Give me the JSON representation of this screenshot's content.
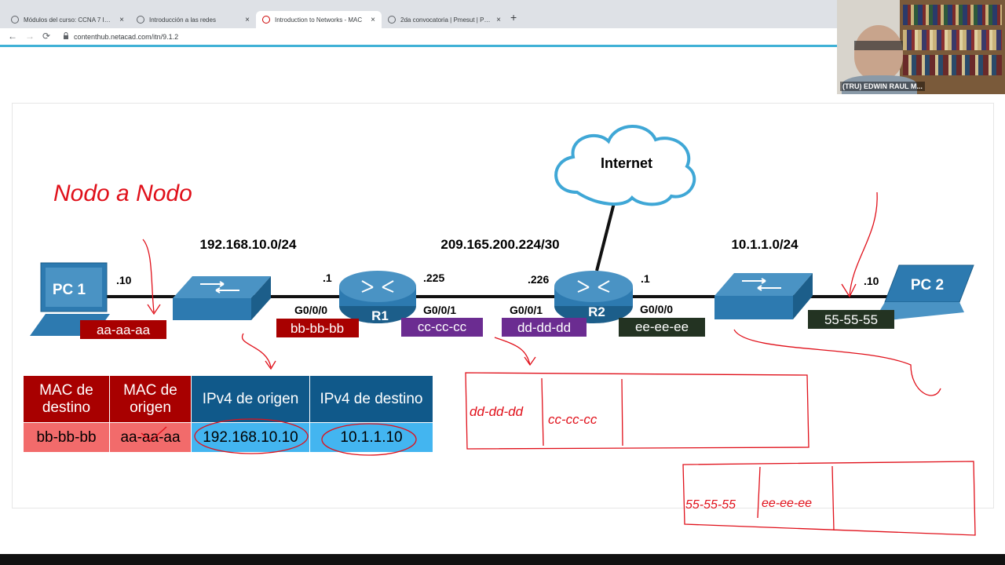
{
  "browser": {
    "tabs": [
      {
        "label": "Módulos del curso: CCNA 7 INTR",
        "active": false
      },
      {
        "label": "Introducción a las redes",
        "active": false
      },
      {
        "label": "Introduction to Networks - MAC",
        "active": true
      },
      {
        "label": "2da convocatoria | Pmesut | Perú",
        "active": false
      }
    ],
    "close_glyph": "×",
    "new_tab_glyph": "+",
    "url": "contenthub.netacad.com/itn/9.1.2",
    "back_glyph": "←",
    "forward_glyph": "→",
    "reload_glyph": "⟳"
  },
  "webcam": {
    "name": "(TRU) EDWIN RAUL M..."
  },
  "diagram": {
    "cloud_label": "Internet",
    "pc1": {
      "label": "PC 1",
      "ip": ".10",
      "mac": "aa-aa-aa"
    },
    "pc2": {
      "label": "PC 2",
      "ip": ".10",
      "mac": "55-55-55"
    },
    "r1": {
      "label": "R1",
      "left_ip": ".1",
      "left_if": "G0/0/0",
      "left_mac": "bb-bb-bb",
      "right_ip": ".225",
      "right_if": "G0/0/1",
      "right_mac": "cc-cc-cc"
    },
    "r2": {
      "label": "R2",
      "left_ip": ".226",
      "left_if": "G0/0/1",
      "left_mac": "dd-dd-dd",
      "right_ip": ".1",
      "right_if": "G0/0/0",
      "right_mac": "ee-ee-ee"
    },
    "net_left": "192.168.10.0/24",
    "net_mid": "209.165.200.224/30",
    "net_right": "10.1.1.0/24",
    "colors": {
      "red_tag": "#a80000",
      "purple_tag": "#6b2c91",
      "dark_tag": "#233322",
      "device_blue": "#2d7ab0"
    }
  },
  "frame_table": {
    "headers": [
      "MAC de destino",
      "MAC de origen",
      "IPv4 de origen",
      "IPv4 de destino"
    ],
    "values": [
      "bb-bb-bb",
      "aa-aa-aa",
      "192.168.10.10",
      "10.1.1.10"
    ]
  },
  "handwriting": {
    "title": "Nodo a Nodo",
    "box1_cells": [
      "dd-dd-dd",
      "cc-cc-cc"
    ],
    "box2_cells": [
      "55-55-55",
      "ee-ee-ee"
    ]
  }
}
